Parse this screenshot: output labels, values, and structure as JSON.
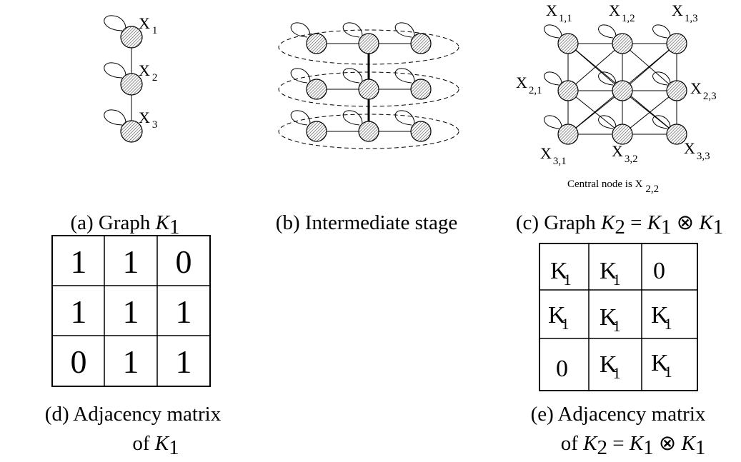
{
  "panel_a": {
    "nodes": [
      {
        "letter": "X",
        "sub": "1"
      },
      {
        "letter": "X",
        "sub": "2"
      },
      {
        "letter": "X",
        "sub": "3"
      }
    ],
    "caption": {
      "prefix": "(a) Graph ",
      "sym": "K",
      "sub": "1"
    }
  },
  "panel_b": {
    "caption": "(b) Intermediate stage"
  },
  "panel_c": {
    "nodes": [
      {
        "letter": "X",
        "sub": "1,1"
      },
      {
        "letter": "X",
        "sub": "1,2"
      },
      {
        "letter": "X",
        "sub": "1,3"
      },
      {
        "letter": "X",
        "sub": "2,1"
      },
      {
        "letter": "X",
        "sub": "2,3"
      },
      {
        "letter": "X",
        "sub": "3,1"
      },
      {
        "letter": "X",
        "sub": "3,2"
      },
      {
        "letter": "X",
        "sub": "3,3"
      }
    ],
    "note": {
      "text": "Central node is X",
      "sub": "2,2"
    },
    "caption": {
      "prefix": "(c) Graph ",
      "k2": "K",
      "k2sub": "2",
      "eq": " = ",
      "k1a": "K",
      "k1asub": "1",
      "op": " ⊗ ",
      "k1b": "K",
      "k1bsub": "1"
    }
  },
  "matrix_d": {
    "rows": [
      [
        "1",
        "1",
        "0"
      ],
      [
        "1",
        "1",
        "1"
      ],
      [
        "0",
        "1",
        "1"
      ]
    ],
    "caption_line1": "(d) Adjacency matrix",
    "caption_line2": {
      "prefix": "of ",
      "sym": "K",
      "sub": "1"
    }
  },
  "matrix_e": {
    "rows": [
      [
        {
          "v": "K",
          "s": "1"
        },
        {
          "v": "K",
          "s": "1"
        },
        {
          "v": "0",
          "s": ""
        }
      ],
      [
        {
          "v": "K",
          "s": "1"
        },
        {
          "v": "K",
          "s": "1"
        },
        {
          "v": "K",
          "s": "1"
        }
      ],
      [
        {
          "v": "0",
          "s": ""
        },
        {
          "v": "K",
          "s": "1"
        },
        {
          "v": "K",
          "s": "1"
        }
      ]
    ],
    "caption_line1": "(e) Adjacency matrix",
    "caption_line2": {
      "prefix": "of ",
      "k2": "K",
      "k2sub": "2",
      "eq": " = ",
      "k1a": "K",
      "k1asub": "1",
      "op": " ⊗ ",
      "k1b": "K",
      "k1bsub": "1"
    }
  }
}
